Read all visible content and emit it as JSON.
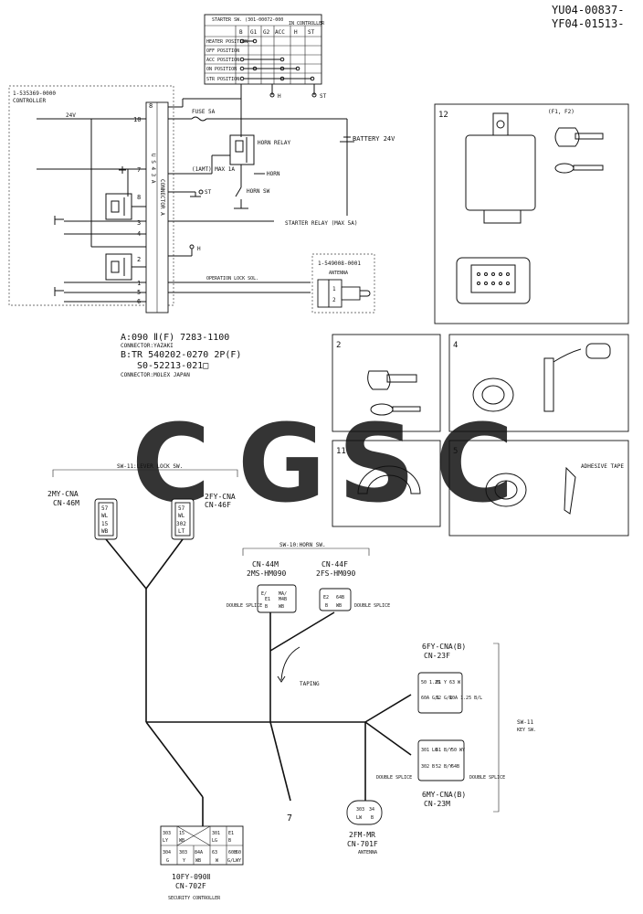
{
  "doc_numbers": [
    "YU04-00837-",
    "YF04-01513-"
  ],
  "starter_switch": {
    "title": "STARTER SW. (301-00072-000",
    "sub": "IN CONTROLLER",
    "columns": [
      "B",
      "G1",
      "G2",
      "ACC",
      "H",
      "ST"
    ],
    "rows": [
      "HEATER POSITION",
      "OFF POSITION",
      "ACC POSITION",
      "ON POSITION",
      "STR POSITION"
    ],
    "h_label": "H",
    "st_label": "ST"
  },
  "controller": {
    "part": "1-535369-0000",
    "name": "CONTROLLER",
    "v24": "24V",
    "pins_left": [
      "10",
      "7",
      "8",
      "3",
      "4",
      "2",
      "1",
      "5",
      "6"
    ],
    "pin_b": "8",
    "conn_letters": "U S 4 3 A",
    "conn_a": "CONNECTOR A",
    "fuse": "FUSE 5A",
    "battery": "BATTERY 24V",
    "horn_relay": "HORN RELAY",
    "horn": "HORN",
    "horn_sw": "HORN SW",
    "one_amp": "(1AMT) MAX 1A",
    "st": "ST",
    "starter_relay": "STARTER RELAY (MAX 5A)",
    "h": "H",
    "op_lock": "OPERATION LOCK SOL.",
    "antenna_part": "1-549008-0001",
    "antenna": "ANTENNA",
    "antenna_pins": [
      "1",
      "2"
    ]
  },
  "connector_notes": [
    "A:090 Ⅱ(F)  7283-1100",
    "CONNECTOR:YAZAKI",
    "B:TR 540202-0270 2P(F)",
    "S0-52213-021□",
    "CONNECTOR:MOLEX JAPAN"
  ],
  "panels": {
    "p12": {
      "num": "12",
      "note": "(F1, F2)"
    },
    "p2": {
      "num": "2"
    },
    "p4": {
      "num": "4"
    },
    "p11": {
      "num": "11"
    },
    "p5": {
      "num": "5",
      "note": "ADHESIVE TAPE"
    }
  },
  "watermark": {
    "text": [
      "C",
      "G",
      "S",
      "C"
    ],
    "colors": [
      "#5aa0e8",
      "#ee7b72",
      "#f4cf52",
      "#4caf72"
    ]
  },
  "lever_lock": {
    "label": "SW-11:LEVER LOCK SW.",
    "left_name": "2MY-CNA",
    "left_code": "CN-46M",
    "left_pins": [
      "57",
      "WL",
      "15",
      "WB"
    ],
    "right_name": "2FY-CNA",
    "right_code": "CN-46F",
    "right_pins": [
      "57",
      "WL",
      "302",
      "LT"
    ]
  },
  "horn_sw": {
    "label": "SW-10:HORN SW.",
    "left_code": "CN-44M",
    "left_name": "2MS-HM090",
    "right_code": "CN-44F",
    "right_name": "2FS-HM090",
    "left_pins": [
      "E/",
      "MA/",
      "E1",
      "M4B",
      "B",
      "WB"
    ],
    "right_pins": [
      "E2",
      "64B",
      "B",
      "WB"
    ],
    "double_splice": "DOUBLE SPLICE"
  },
  "taping": "TAPING",
  "key_sw": {
    "label": "SW-11",
    "sub": "KEY SW.",
    "top_name": "6FY-CNA(B)",
    "top_code": "CN-23F",
    "top_pins": [
      "50 1.25",
      "61 Y",
      "63 W",
      "60A G/L",
      "52 G/R",
      "10A 1.25 B/L"
    ],
    "bot_name": "6MY-CNA(B)",
    "bot_code": "CN-23M",
    "bot_pins": [
      "301 LO",
      "61 B/Y",
      "50 WY",
      "302 B",
      "52 B/Y",
      "64B"
    ],
    "double_splice": "DOUBLE SPLICE"
  },
  "antenna_bottom": {
    "pins": [
      "303",
      "34",
      "LW",
      "B"
    ],
    "name": "2FM-MR",
    "code": "CN-701F",
    "label": "ANTENNA"
  },
  "security": {
    "pins": [
      "303",
      "15",
      "301",
      "E1",
      "LY",
      "WB",
      "LG",
      "B",
      "304",
      "303",
      "84A",
      "63",
      "60B",
      "60",
      "G",
      "Y",
      "WB",
      "W",
      "G/L",
      "WY"
    ],
    "name": "10FY-090Ⅱ",
    "code": "CN-702F",
    "label": "SECURITY CONTROLLER"
  },
  "harness_label": "7"
}
